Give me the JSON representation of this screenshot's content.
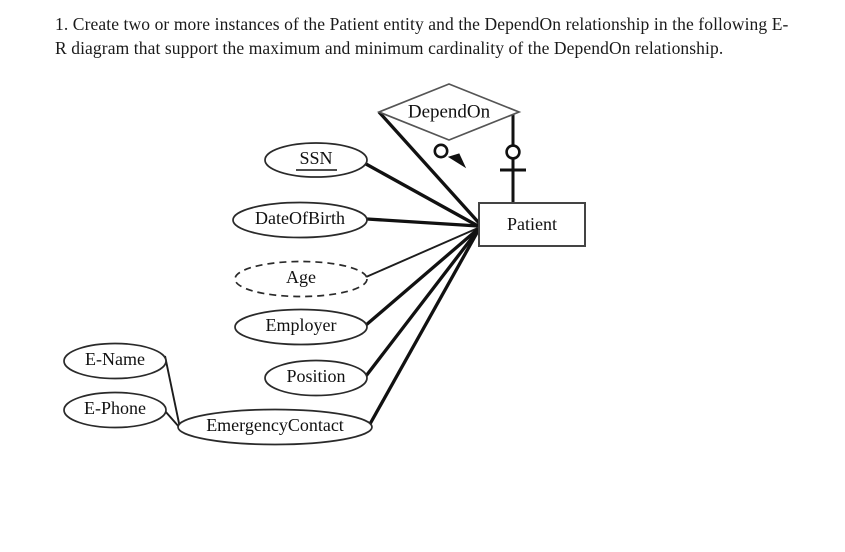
{
  "question": {
    "text": "1. Create two or more instances of the Patient entity and the DependOn relationship in the following E-R diagram that support the maximum and minimum cardinality of the DependOn relationship."
  },
  "diagram": {
    "type": "er-diagram",
    "entities": [
      {
        "id": "patient",
        "label": "Patient",
        "shape": "rectangle"
      }
    ],
    "relationships": [
      {
        "id": "dependon",
        "label": "DependOn",
        "shape": "diamond"
      }
    ],
    "attributes": [
      {
        "id": "ssn",
        "label": "SSN",
        "shape": "ellipse",
        "kind": "key",
        "underlined": true,
        "owner": "patient"
      },
      {
        "id": "dateofbirth",
        "label": "DateOfBirth",
        "shape": "ellipse",
        "kind": "simple",
        "underlined": false,
        "owner": "patient"
      },
      {
        "id": "age",
        "label": "Age",
        "shape": "ellipse-dashed",
        "kind": "derived",
        "underlined": false,
        "owner": "patient"
      },
      {
        "id": "employer",
        "label": "Employer",
        "shape": "ellipse",
        "kind": "simple",
        "underlined": false,
        "owner": "patient"
      },
      {
        "id": "position",
        "label": "Position",
        "shape": "ellipse",
        "kind": "simple",
        "underlined": false,
        "owner": "patient"
      },
      {
        "id": "emergencycontact",
        "label": "EmergencyContact",
        "shape": "ellipse",
        "kind": "composite",
        "underlined": false,
        "owner": "patient"
      },
      {
        "id": "ename",
        "label": "E-Name",
        "shape": "ellipse",
        "kind": "component",
        "underlined": false,
        "owner": "emergencycontact"
      },
      {
        "id": "ephone",
        "label": "E-Phone",
        "shape": "ellipse",
        "kind": "component",
        "underlined": false,
        "owner": "emergencycontact"
      }
    ],
    "cardinality_marks": [
      {
        "id": "optional-many-mark",
        "on": "dependon-patient-left",
        "symbols": [
          "circle",
          "arrowhead"
        ],
        "meaning": "optional-many"
      },
      {
        "id": "optional-one-mark",
        "on": "dependon-patient-right",
        "symbols": [
          "circle",
          "bar"
        ],
        "meaning": "optional-one"
      }
    ],
    "colors": {
      "background": "#ffffff",
      "line": "#111111",
      "shape_stroke": "#2a2a2a",
      "text": "#111111"
    }
  }
}
